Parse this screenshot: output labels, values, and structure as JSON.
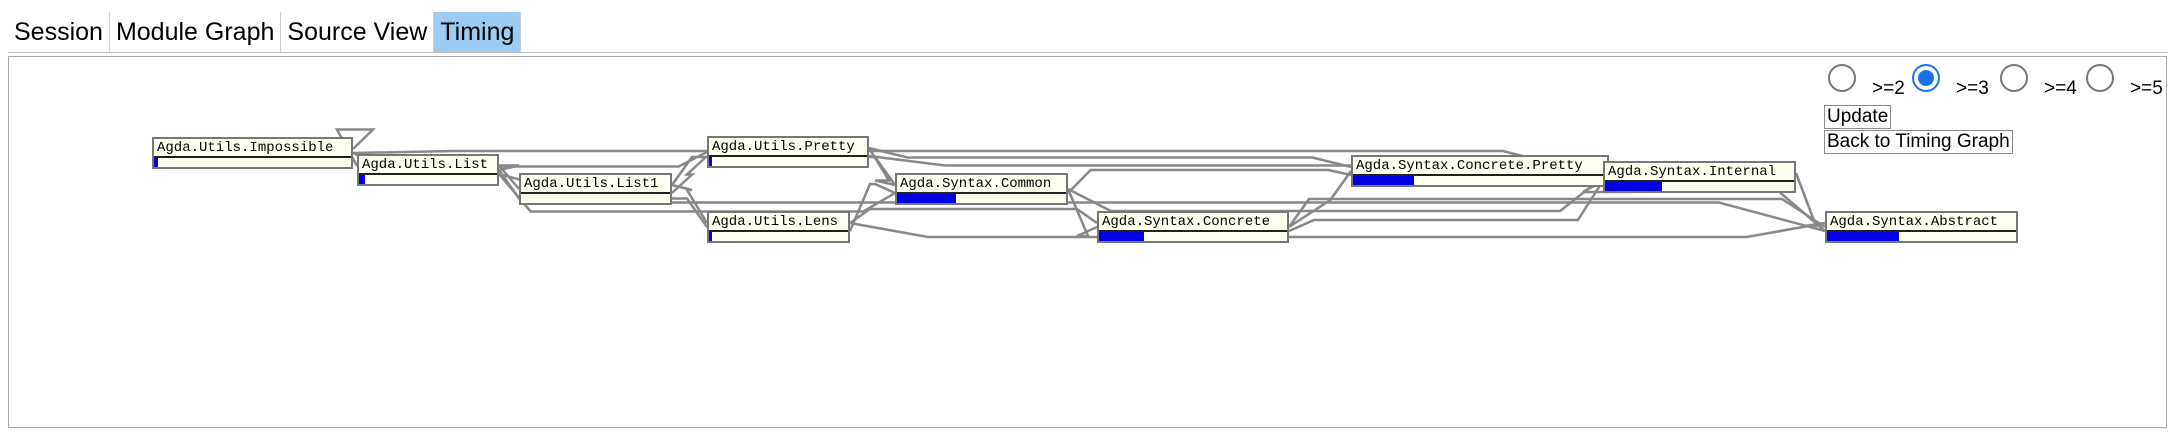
{
  "tabs": [
    {
      "label": "Session",
      "active": false
    },
    {
      "label": "Module Graph",
      "active": false
    },
    {
      "label": "Source View",
      "active": false
    },
    {
      "label": "Timing",
      "active": true
    }
  ],
  "filters": [
    {
      "label": ">=2",
      "checked": false
    },
    {
      "label": ">=3",
      "checked": true
    },
    {
      "label": ">=4",
      "checked": false
    },
    {
      "label": ">=5",
      "checked": false
    }
  ],
  "buttons": {
    "update": "Update",
    "back": "Back to Timing Graph"
  },
  "colors": {
    "bar_fill": "#0000e0",
    "edge": "#888888",
    "node_bg": "#fffff0",
    "tab_active": "#9ccbf4",
    "radio_checked": "#1a73e8"
  },
  "modules": [
    {
      "id": "impossible",
      "name": "Agda.Utils.Impossible",
      "time_fraction": 0.02
    },
    {
      "id": "list",
      "name": "Agda.Utils.List",
      "time_fraction": 0.04
    },
    {
      "id": "list1",
      "name": "Agda.Utils.List1",
      "time_fraction": 0.0
    },
    {
      "id": "pretty",
      "name": "Agda.Utils.Pretty",
      "time_fraction": 0.02
    },
    {
      "id": "common",
      "name": "Agda.Syntax.Common",
      "time_fraction": 0.35
    },
    {
      "id": "lens",
      "name": "Agda.Utils.Lens",
      "time_fraction": 0.02
    },
    {
      "id": "concrete",
      "name": "Agda.Syntax.Concrete",
      "time_fraction": 0.24
    },
    {
      "id": "cpretty",
      "name": "Agda.Syntax.Concrete.Pretty",
      "time_fraction": 0.24
    },
    {
      "id": "internal",
      "name": "Agda.Syntax.Internal",
      "time_fraction": 0.3
    },
    {
      "id": "abstract",
      "name": "Agda.Syntax.Abstract",
      "time_fraction": 0.38
    }
  ],
  "dependencies": [
    [
      "impossible",
      "list"
    ],
    [
      "list",
      "list1"
    ],
    [
      "list1",
      "pretty"
    ],
    [
      "pretty",
      "common"
    ],
    [
      "common",
      "concrete"
    ],
    [
      "lens",
      "common"
    ],
    [
      "lens",
      "concrete"
    ],
    [
      "concrete",
      "cpretty"
    ],
    [
      "cpretty",
      "internal"
    ],
    [
      "internal",
      "abstract"
    ],
    [
      "concrete",
      "abstract"
    ],
    [
      "common",
      "cpretty"
    ],
    [
      "pretty",
      "cpretty"
    ],
    [
      "impossible",
      "pretty"
    ],
    [
      "list",
      "common"
    ],
    [
      "list1",
      "common"
    ],
    [
      "impossible",
      "internal"
    ],
    [
      "list",
      "abstract"
    ],
    [
      "lens",
      "abstract"
    ],
    [
      "common",
      "internal"
    ],
    [
      "pretty",
      "abstract"
    ],
    [
      "list1",
      "lens"
    ],
    [
      "list",
      "lens"
    ],
    [
      "concrete",
      "internal"
    ]
  ]
}
